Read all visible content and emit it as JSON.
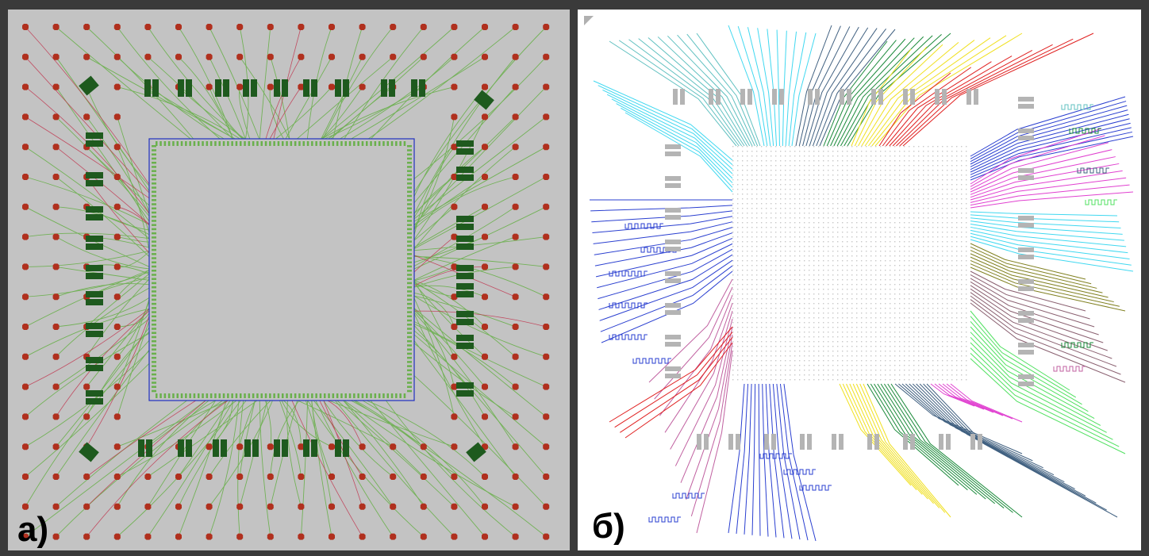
{
  "panels": [
    {
      "id": "a",
      "label": "а)"
    },
    {
      "id": "b",
      "label": "б)"
    }
  ],
  "colors": {
    "panel_a_background": "#c3c3c3",
    "panel_a_pads": "#b0301e",
    "panel_a_traces": "#6ab04c",
    "panel_a_alt_traces": "#c0304a",
    "panel_a_components": "#1e5a1e",
    "panel_a_die_outline": "#2030c0",
    "panel_b_background": "#ffffff",
    "panel_b_trace_palette": [
      "#40d8f0",
      "#2a3fd0",
      "#60c0c0",
      "#1a8a3a",
      "#f0e020",
      "#e02020",
      "#e040d0",
      "#808020",
      "#8a6070",
      "#50e060",
      "#c060a0",
      "#406080",
      "#9090ff"
    ]
  }
}
